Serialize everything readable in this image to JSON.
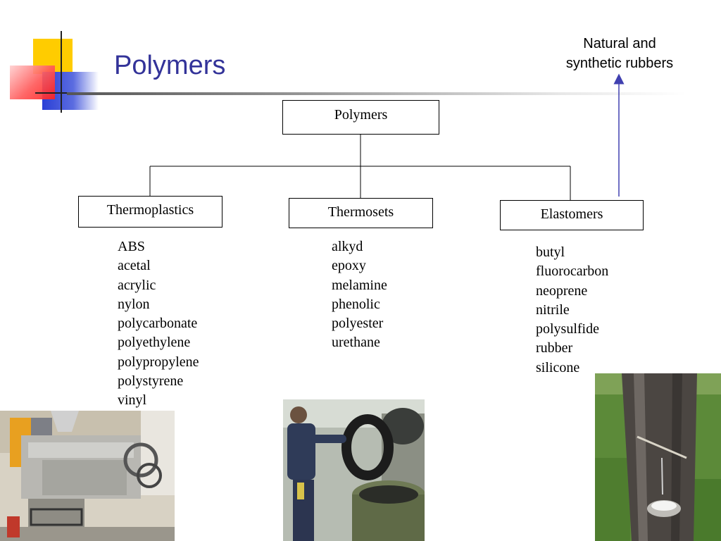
{
  "slide": {
    "title": "Polymers"
  },
  "note": {
    "text": "Natural and synthetic rubbers"
  },
  "colors": {
    "title": "#333399",
    "arrow": "#4040b0",
    "logo_yellow": "#ffcc00",
    "logo_blue": "#2a3fd6",
    "logo_red": "#ff3b3b"
  },
  "diagram": {
    "root": "Polymers",
    "categories": [
      {
        "label": "Thermoplastics",
        "items": [
          "ABS",
          "acetal",
          "acrylic",
          "nylon",
          "polycarbonate",
          "polyethylene",
          "polypropylene",
          "polystyrene",
          "vinyl"
        ]
      },
      {
        "label": "Thermosets",
        "items": [
          "alkyd",
          "epoxy",
          "melamine",
          "phenolic",
          "polyester",
          "urethane"
        ]
      },
      {
        "label": "Elastomers",
        "items": [
          "butyl",
          "fluorocarbon",
          "neoprene",
          "nitrile",
          "polysulfide",
          "rubber",
          "silicone"
        ]
      }
    ]
  },
  "photos": [
    {
      "icon": "injection-molding-machine-photo"
    },
    {
      "icon": "tire-curing-press-photo"
    },
    {
      "icon": "rubber-tree-tapping-photo"
    }
  ]
}
